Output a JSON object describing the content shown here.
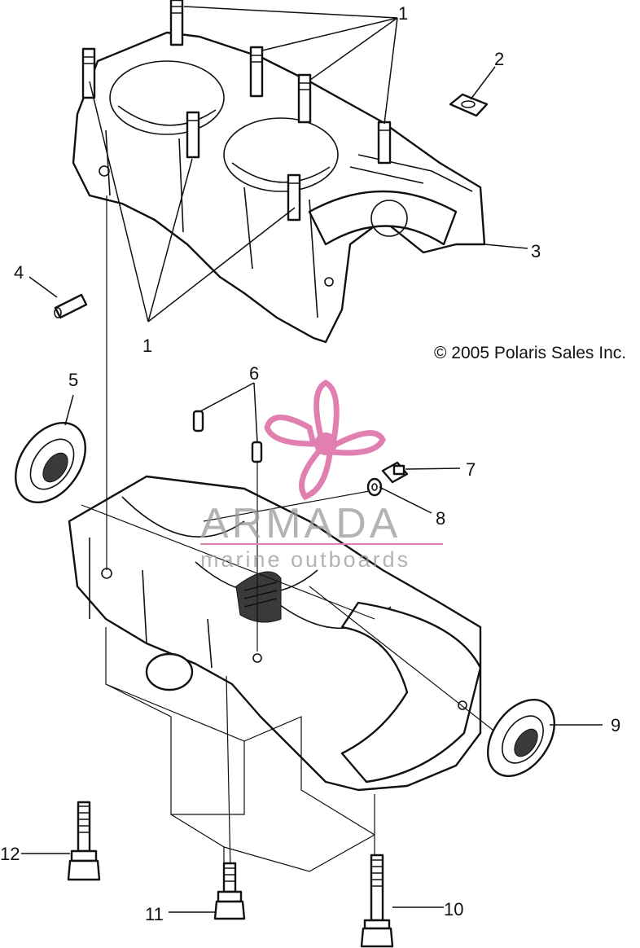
{
  "copyright": "© 2005 Polaris Sales Inc.",
  "watermark": {
    "brand": "ARMADA",
    "tagline": "marine outboards",
    "logo_color": "#e07fb0"
  },
  "callouts": [
    {
      "id": "1a",
      "label": "1"
    },
    {
      "id": "1b",
      "label": "1"
    },
    {
      "id": "2",
      "label": "2"
    },
    {
      "id": "3",
      "label": "3"
    },
    {
      "id": "4",
      "label": "4"
    },
    {
      "id": "5",
      "label": "5"
    },
    {
      "id": "6",
      "label": "6"
    },
    {
      "id": "7",
      "label": "7"
    },
    {
      "id": "8",
      "label": "8"
    },
    {
      "id": "9",
      "label": "9"
    },
    {
      "id": "10",
      "label": "10"
    },
    {
      "id": "11",
      "label": "11"
    },
    {
      "id": "12",
      "label": "12"
    }
  ]
}
